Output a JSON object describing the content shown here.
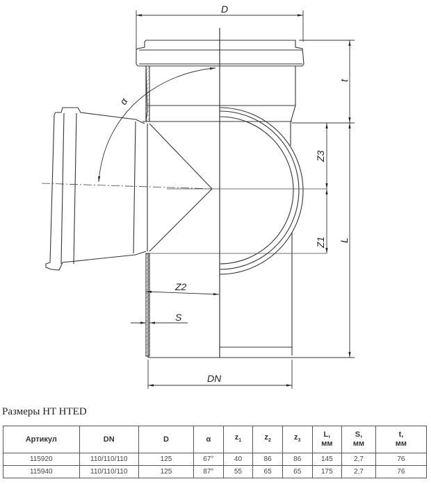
{
  "diagram": {
    "labels": {
      "D": "D",
      "t": "t",
      "alpha": "α",
      "Z3": "Z3",
      "Z1": "Z1",
      "L": "L",
      "Z2": "Z2",
      "S": "S",
      "DN": "DN"
    }
  },
  "caption": "Размеры HT HTED",
  "table": {
    "headers": [
      {
        "main": "Артикул",
        "sub": "",
        "unit": ""
      },
      {
        "main": "DN",
        "sub": "",
        "unit": ""
      },
      {
        "main": "D",
        "sub": "",
        "unit": ""
      },
      {
        "main": "α",
        "sub": "",
        "unit": ""
      },
      {
        "main": "z",
        "sub": "1",
        "unit": ""
      },
      {
        "main": "z",
        "sub": "2",
        "unit": ""
      },
      {
        "main": "z",
        "sub": "3",
        "unit": ""
      },
      {
        "main": "L,",
        "sub": "",
        "unit": "мм"
      },
      {
        "main": "S,",
        "sub": "",
        "unit": "мм"
      },
      {
        "main": "t,",
        "sub": "",
        "unit": "мм"
      }
    ],
    "rows": [
      [
        "115920",
        "110/110/110",
        "125",
        "67°",
        "40",
        "86",
        "86",
        "145",
        "2,7",
        "76"
      ],
      [
        "115940",
        "110/110/110",
        "125",
        "87°",
        "55",
        "65",
        "65",
        "175",
        "2,7",
        "76"
      ]
    ]
  }
}
